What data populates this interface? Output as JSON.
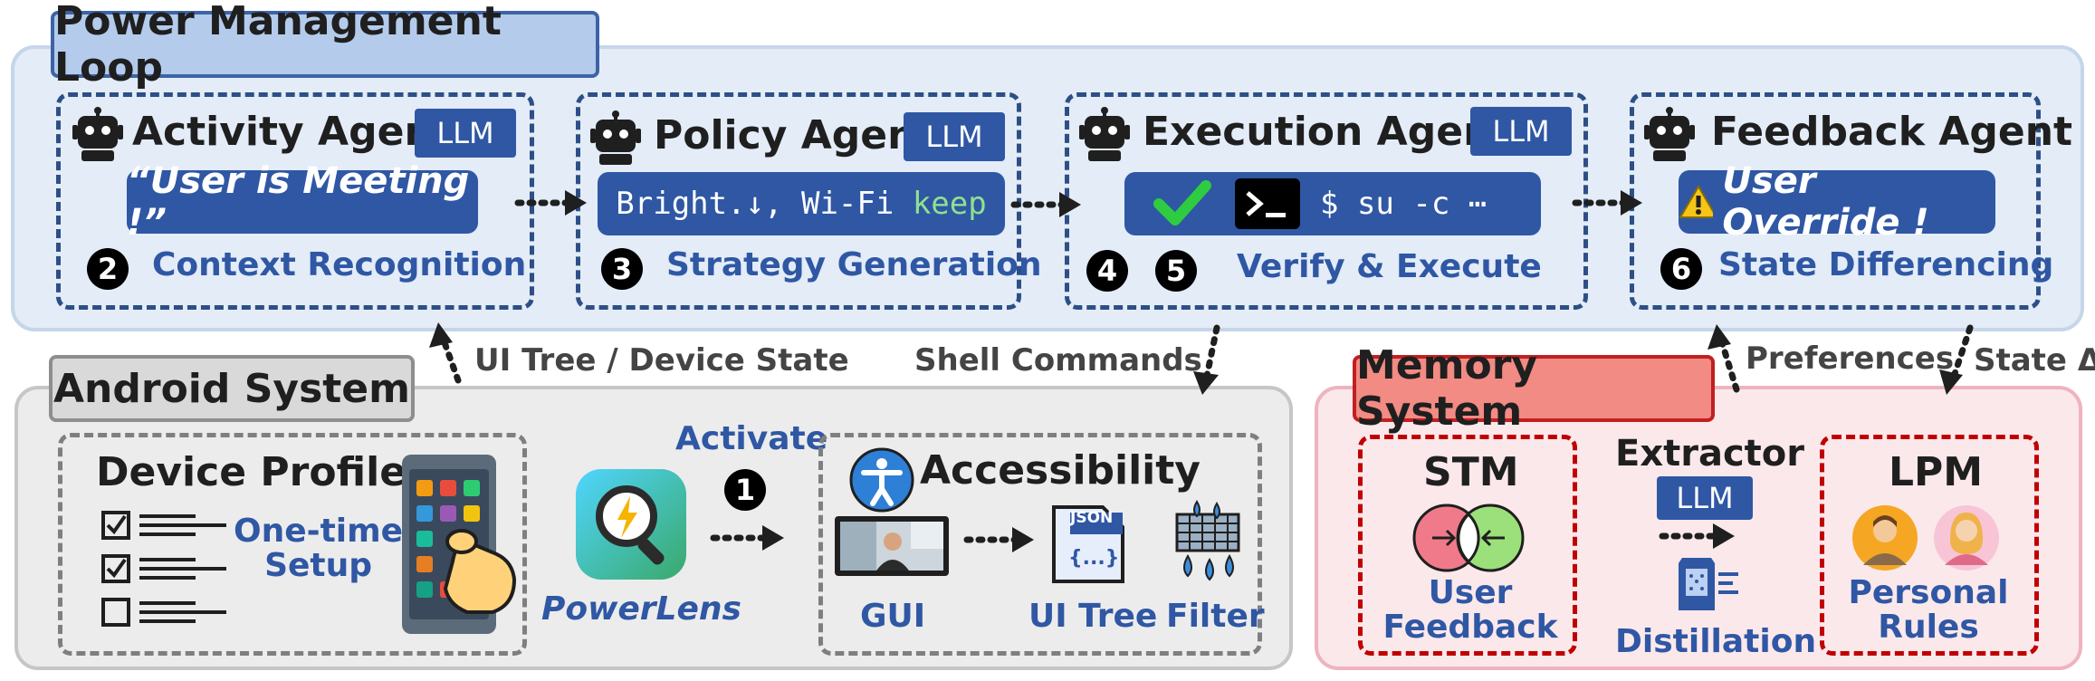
{
  "power_loop": {
    "title": "Power Management Loop",
    "agents": [
      {
        "name": "Activity Agent",
        "llm": "LLM",
        "message": "“User is Meeting !”",
        "step": "2",
        "stage": "Context Recognition"
      },
      {
        "name": "Policy Agent",
        "llm": "LLM",
        "policy_main": "Bright.↓, Wi-Fi ",
        "policy_keep": "keep",
        "step": "3",
        "stage": "Strategy Generation"
      },
      {
        "name": "Execution Agent",
        "llm": "LLM",
        "command": "$ su -c ⋯",
        "steps": [
          "4",
          "5"
        ],
        "stage": "Verify & Execute"
      },
      {
        "name": "Feedback Agent",
        "llm": "",
        "warning": "User Override !",
        "step": "6",
        "stage": "State Differencing"
      }
    ]
  },
  "edges": {
    "ui_tree": "UI Tree / Device State",
    "shell": "Shell Commands",
    "preferences": "Preferences",
    "state_delta": "State Δ"
  },
  "android": {
    "title": "Android System",
    "profiler_title": "Device Profiler",
    "setup": [
      "One-time",
      "Setup"
    ],
    "activate": "Activate",
    "step": "1",
    "powerlens": "PowerLens",
    "accessibility_title": "Accessibility",
    "gui": "GUI",
    "ui_tree": "UI Tree",
    "filter": "Filter",
    "json_tag": "JSON",
    "json_body": "{...}"
  },
  "memory": {
    "title": "Memory System",
    "stm": "STM",
    "user_feedback": [
      "User",
      "Feedback"
    ],
    "extractor": "Extractor",
    "llm": "LLM",
    "distillation": "Distillation",
    "lpm": "LPM",
    "personal_rules": [
      "Personal",
      "Rules"
    ]
  },
  "colors": {
    "accent_blue": "#2f57a4",
    "memory_red": "#c00000",
    "check_green": "#2ecc40",
    "keep_green": "#8fe08f"
  }
}
